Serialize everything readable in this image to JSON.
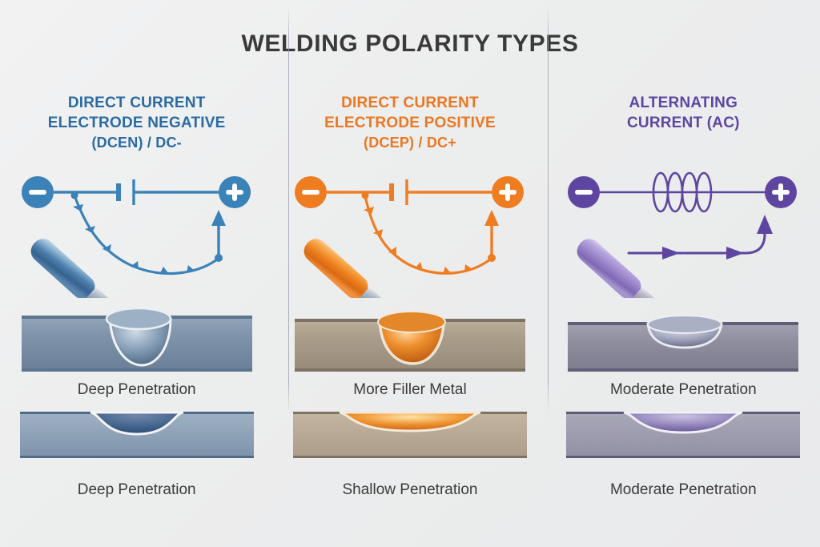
{
  "page": {
    "title": "WELDING POLARITY TYPES",
    "background_color": "#eceded",
    "title_color": "#3a3a3a"
  },
  "columns": [
    {
      "id": "dcen",
      "accent_color": "#2a6ba3",
      "heading": {
        "line1": "DIRECT CURRENT",
        "line2": "ELECTRODE NEGATIVE",
        "line3": "(DCEN) / DC-"
      },
      "circuit": {
        "left_terminal": "−",
        "right_terminal": "+",
        "source_symbol": "battery",
        "current_path": "curved-loop-upward"
      },
      "top_caption": "Deep Penetration",
      "bottom_caption": "Deep Penetration",
      "plate_color": "#7d92a9",
      "bead_color": "#32527a",
      "electrode_color": "#4a7fae"
    },
    {
      "id": "dcep",
      "accent_color": "#ea7722",
      "heading": {
        "line1": "DIRECT CURRENT",
        "line2": "ELECTRODE POSITIVE",
        "line3": "(DCEP) / DC+"
      },
      "circuit": {
        "left_terminal": "−",
        "right_terminal": "+",
        "source_symbol": "battery",
        "current_path": "curved-loop-upward"
      },
      "top_caption": "More Filler Metal",
      "bottom_caption": "Shallow Penetration",
      "plate_color": "#b1a491",
      "bead_color": "#d4731d",
      "electrode_color": "#ef8b2a"
    },
    {
      "id": "ac",
      "accent_color": "#5e46a0",
      "heading": {
        "line1": "ALTERNATING",
        "line2": "CURRENT (AC)",
        "line3": ""
      },
      "circuit": {
        "left_terminal": "−",
        "right_terminal": "+",
        "source_symbol": "ac-ovals",
        "current_path": "horizontal-to-upward"
      },
      "top_caption": "Moderate Penetration",
      "bottom_caption": "Moderate Penetration",
      "plate_color": "#8e8e9e",
      "bead_color": "#6f5f9b",
      "electrode_color": "#9a86c6"
    }
  ]
}
